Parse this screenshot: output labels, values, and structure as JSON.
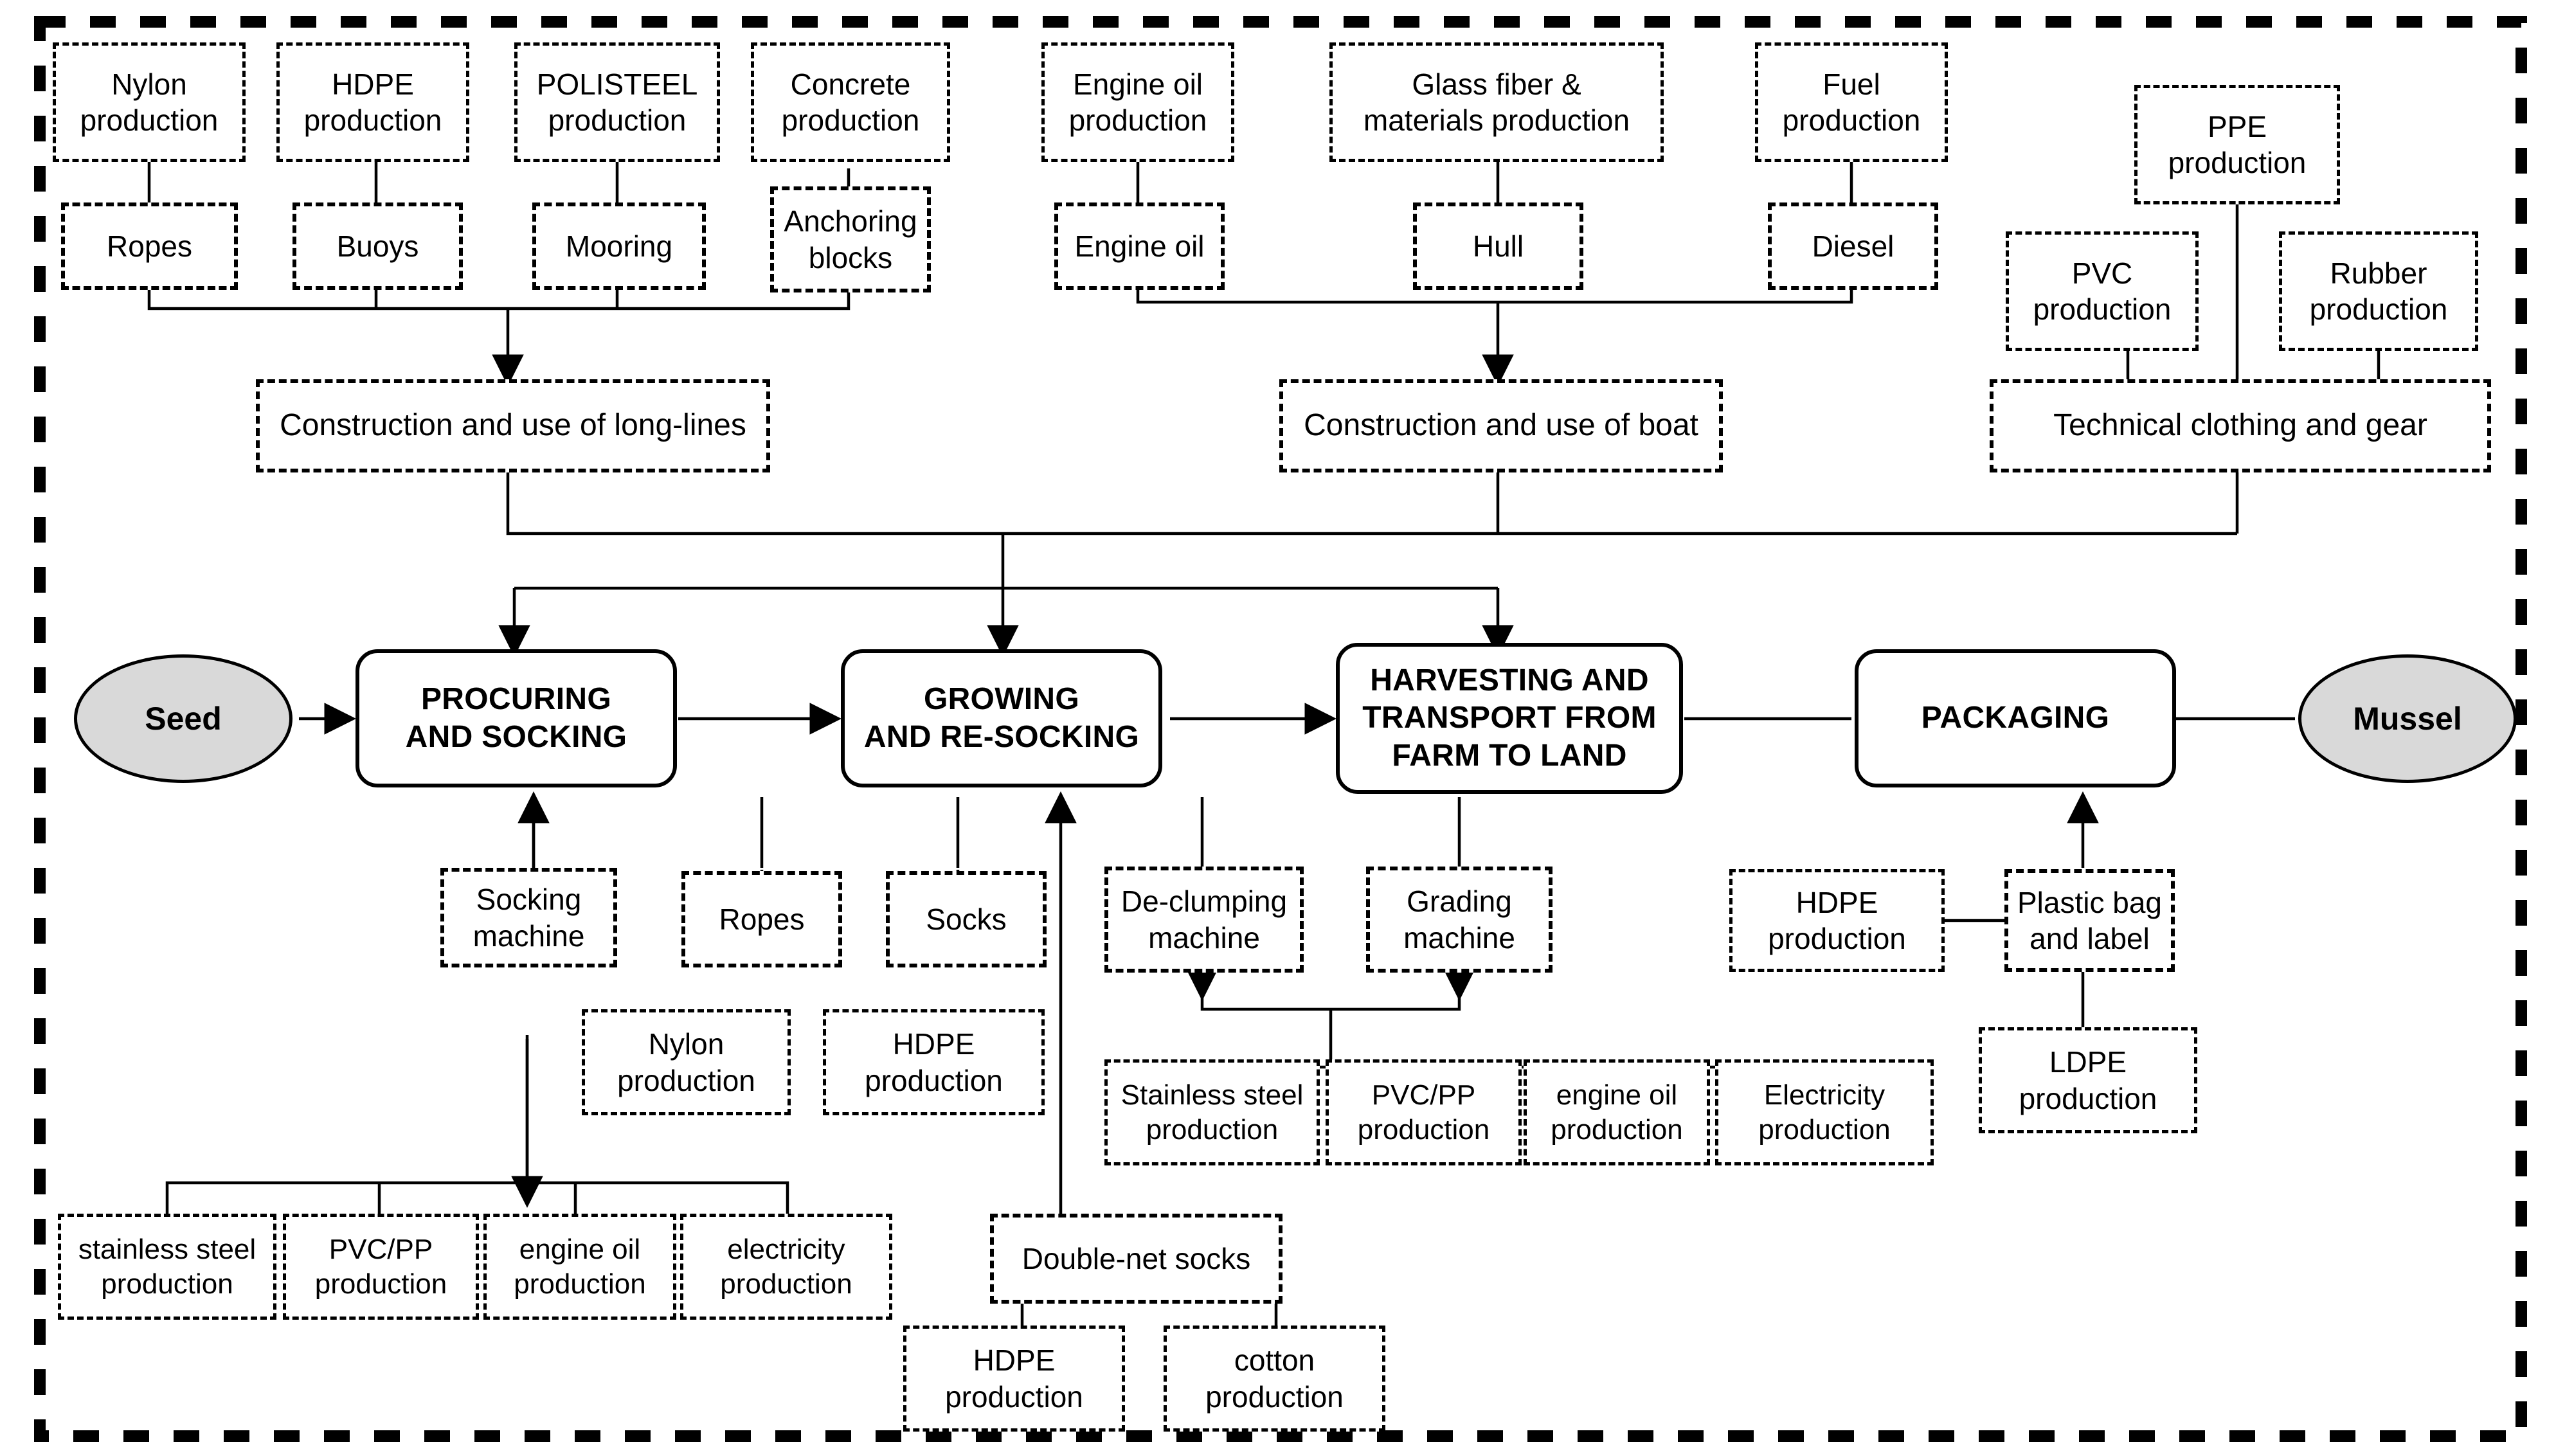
{
  "diagram": {
    "title": "Mussel aquaculture life-cycle system boundary flowchart",
    "boundary_style": "thick black dashed rectangle",
    "colors": {
      "line": "#000000",
      "background": "#ffffff",
      "terminator_fill": "#d9d9d9",
      "process_border": "#000000"
    },
    "legend": {
      "production_box_style": "dash-dot border",
      "material_box_style": "dashed border",
      "process_box_style": "solid rounded border, bold uppercase",
      "terminator_style": "gray filled ellipse"
    }
  },
  "production_top": [
    {
      "label": "Nylon\nproduction"
    },
    {
      "label": "HDPE\nproduction"
    },
    {
      "label": "POLISTEEL\nproduction"
    },
    {
      "label": "Concrete\nproduction"
    },
    {
      "label": "Engine oil\nproduction"
    },
    {
      "label": "Glass fiber &\nmaterials production"
    },
    {
      "label": "Fuel\nproduction"
    },
    {
      "label": "PPE\nproduction"
    },
    {
      "label": "PVC\nproduction"
    },
    {
      "label": "Rubber\nproduction"
    }
  ],
  "materials_row": [
    {
      "label": "Ropes"
    },
    {
      "label": "Buoys"
    },
    {
      "label": "Mooring"
    },
    {
      "label": "Anchoring\nblocks"
    },
    {
      "label": "Engine oil"
    },
    {
      "label": "Hull"
    },
    {
      "label": "Diesel"
    }
  ],
  "assemblies": [
    {
      "label": "Construction and use of long-lines"
    },
    {
      "label": "Construction and use of boat"
    },
    {
      "label": "Technical clothing and gear"
    }
  ],
  "process_chain": {
    "start_terminator": "Seed",
    "end_terminator": "Mussel",
    "stages": [
      {
        "label": "PROCURING\nAND SOCKING"
      },
      {
        "label": "GROWING\nAND RE-SOCKING"
      },
      {
        "label": "HARVESTING AND\nTRANSPORT FROM\nFARM TO LAND"
      },
      {
        "label": "PACKAGING"
      }
    ]
  },
  "support_procuring": {
    "machine": "Socking\nmachine",
    "machine_inputs": [
      {
        "label": "stainless steel\nproduction"
      },
      {
        "label": "PVC/PP\nproduction"
      },
      {
        "label": "engine oil\nproduction"
      },
      {
        "label": "electricity\nproduction"
      }
    ]
  },
  "support_growing": {
    "materials": [
      {
        "label": "Ropes",
        "source": "Nylon\nproduction"
      },
      {
        "label": "Socks",
        "source": "HDPE\nproduction"
      }
    ],
    "double_net": {
      "label": "Double-net socks",
      "sources": [
        {
          "label": "HDPE\nproduction"
        },
        {
          "label": "cotton\nproduction"
        }
      ]
    }
  },
  "support_harvesting": {
    "machines": [
      {
        "label": "De-clumping\nmachine"
      },
      {
        "label": "Grading\nmachine"
      }
    ],
    "machine_inputs": [
      {
        "label": "Stainless steel\nproduction"
      },
      {
        "label": "PVC/PP\nproduction"
      },
      {
        "label": "engine oil\nproduction"
      },
      {
        "label": "Electricity\nproduction"
      }
    ]
  },
  "support_packaging": {
    "hdpe": "HDPE\nproduction",
    "bag": "Plastic bag\nand label",
    "ldpe": "LDPE\nproduction"
  }
}
